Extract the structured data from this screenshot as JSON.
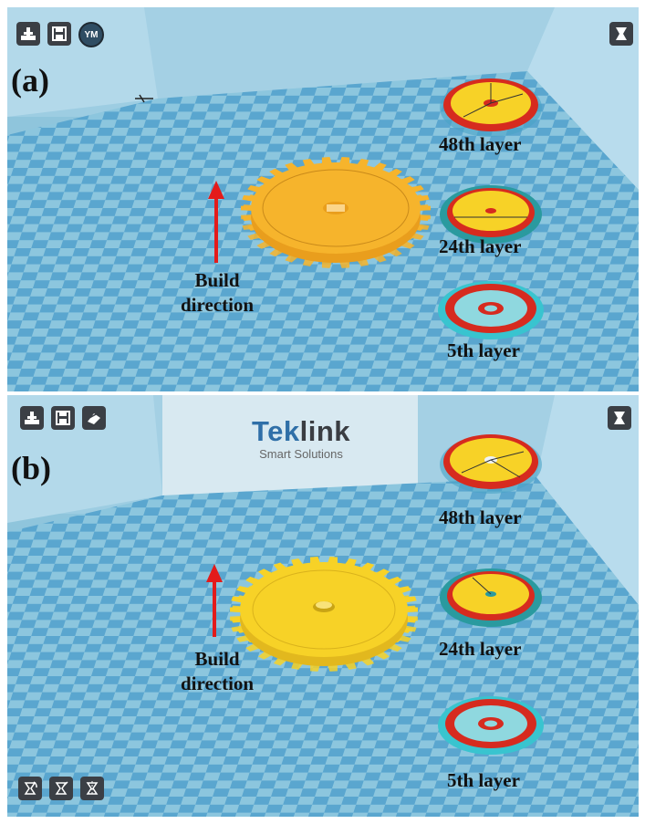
{
  "colors": {
    "floor": "#7fbcd8",
    "checker": "#5aa6cf",
    "wall": "#a9d3e6",
    "gear_a": "#f6b42c",
    "gear_b": "#f7d227",
    "arrow": "#e31b1b",
    "layer_red": "#d62b1f",
    "layer_ring": "#39c4cf",
    "logo_blue": "#2f6fa8",
    "logo_dark": "#3a3d42"
  },
  "panels": [
    {
      "label": "(a)",
      "toolbar": [
        "load-icon",
        "save-icon",
        "ym-icon"
      ],
      "toolbar_badge": "YM",
      "view_icon": "view-mode-icon",
      "build": {
        "line1": "Build",
        "line2": "direction"
      },
      "layers": [
        "48th layer",
        "24th layer",
        "5th layer"
      ]
    },
    {
      "label": "(b)",
      "toolbar": [
        "load-icon",
        "save-icon",
        "print-icon"
      ],
      "view_icon": "view-mode-icon",
      "bottom_toolbar": [
        "rotate-icon",
        "scale-icon",
        "mirror-icon"
      ],
      "build": {
        "line1": "Build",
        "line2": "direction"
      },
      "layers": [
        "48th layer",
        "24th layer",
        "5th layer"
      ],
      "logo": {
        "brand_part1": "Tek",
        "brand_part2": "link",
        "tagline": "Smart Solutions"
      }
    }
  ]
}
